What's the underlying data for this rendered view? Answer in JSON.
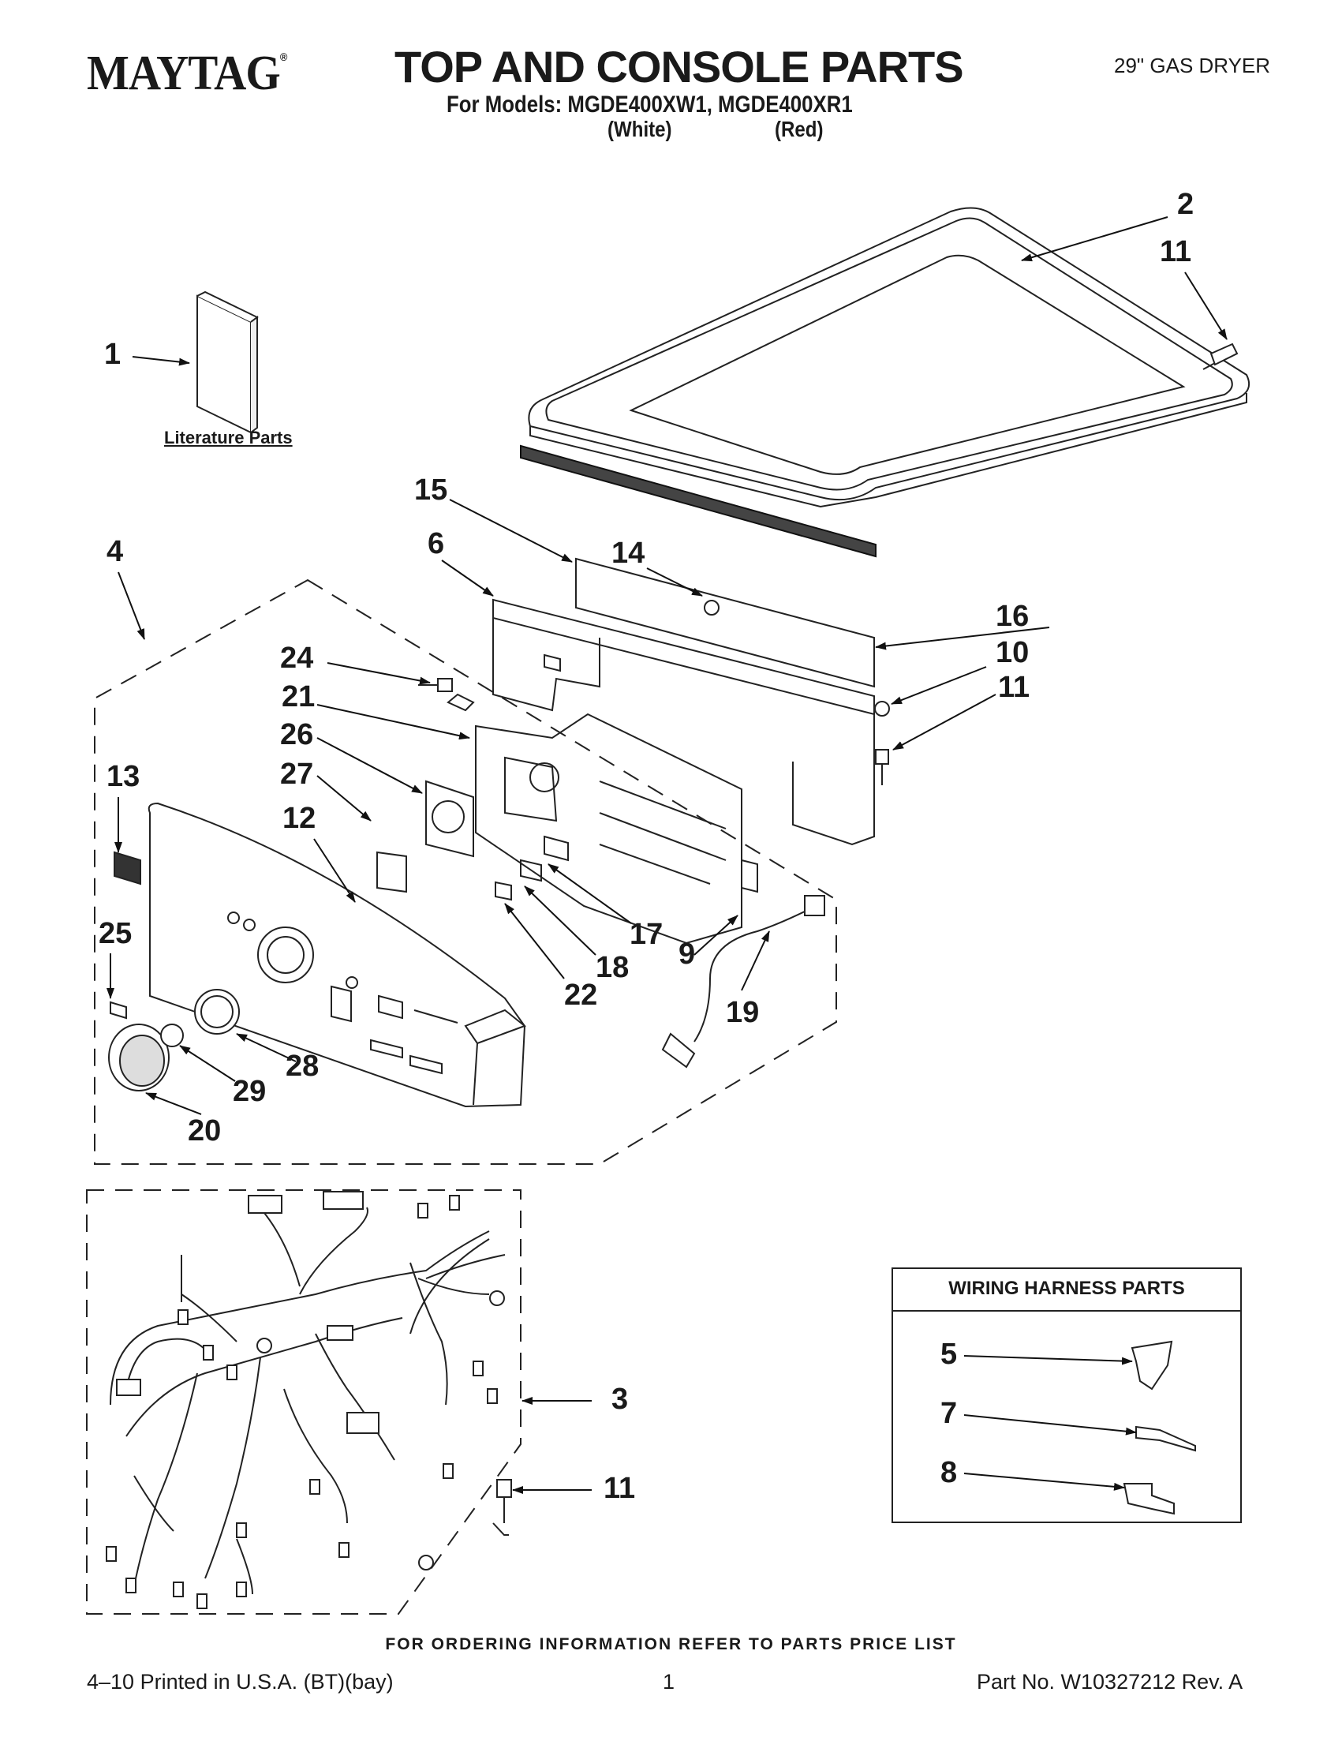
{
  "header": {
    "brand": "MAYTAG",
    "brand_mark": "®",
    "title": "TOP AND CONSOLE PARTS",
    "dryer_type": "29\" GAS DRYER",
    "models_line": "For Models: MGDE400XW1, MGDE400XR1",
    "color_white": "(White)",
    "color_red": "(Red)"
  },
  "diagram": {
    "literature_label": "Literature Parts",
    "callouts": [
      "1",
      "2",
      "3",
      "4",
      "5",
      "6",
      "7",
      "8",
      "9",
      "10",
      "11",
      "11",
      "11",
      "12",
      "13",
      "14",
      "15",
      "16",
      "17",
      "18",
      "19",
      "20",
      "21",
      "22",
      "24",
      "25",
      "26",
      "27",
      "28",
      "29"
    ]
  },
  "wiring_box": {
    "heading": "WIRING HARNESS PARTS",
    "items": [
      "5",
      "7",
      "8"
    ]
  },
  "footer": {
    "ordering_note": "FOR ORDERING INFORMATION REFER TO PARTS PRICE LIST",
    "print_info": "4–10 Printed in U.S.A. (BT)(bay)",
    "page_number": "1",
    "part_number": "Part No. W10327212 Rev. A"
  }
}
